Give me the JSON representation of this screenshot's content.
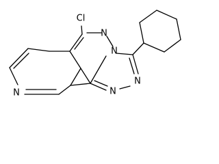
{
  "molecule": {
    "atoms": [
      {
        "id": "cl",
        "symbol": "Cl"
      },
      {
        "id": "n_a",
        "symbol": "N"
      },
      {
        "id": "n_b",
        "symbol": "N"
      },
      {
        "id": "n_c",
        "symbol": "N"
      },
      {
        "id": "n_d",
        "symbol": "N"
      },
      {
        "id": "n_py",
        "symbol": "N"
      }
    ],
    "substituents": [
      "cyclohexyl"
    ],
    "colors": {
      "bond": "#000000",
      "label": "#000000",
      "background": "#ffffff"
    }
  }
}
